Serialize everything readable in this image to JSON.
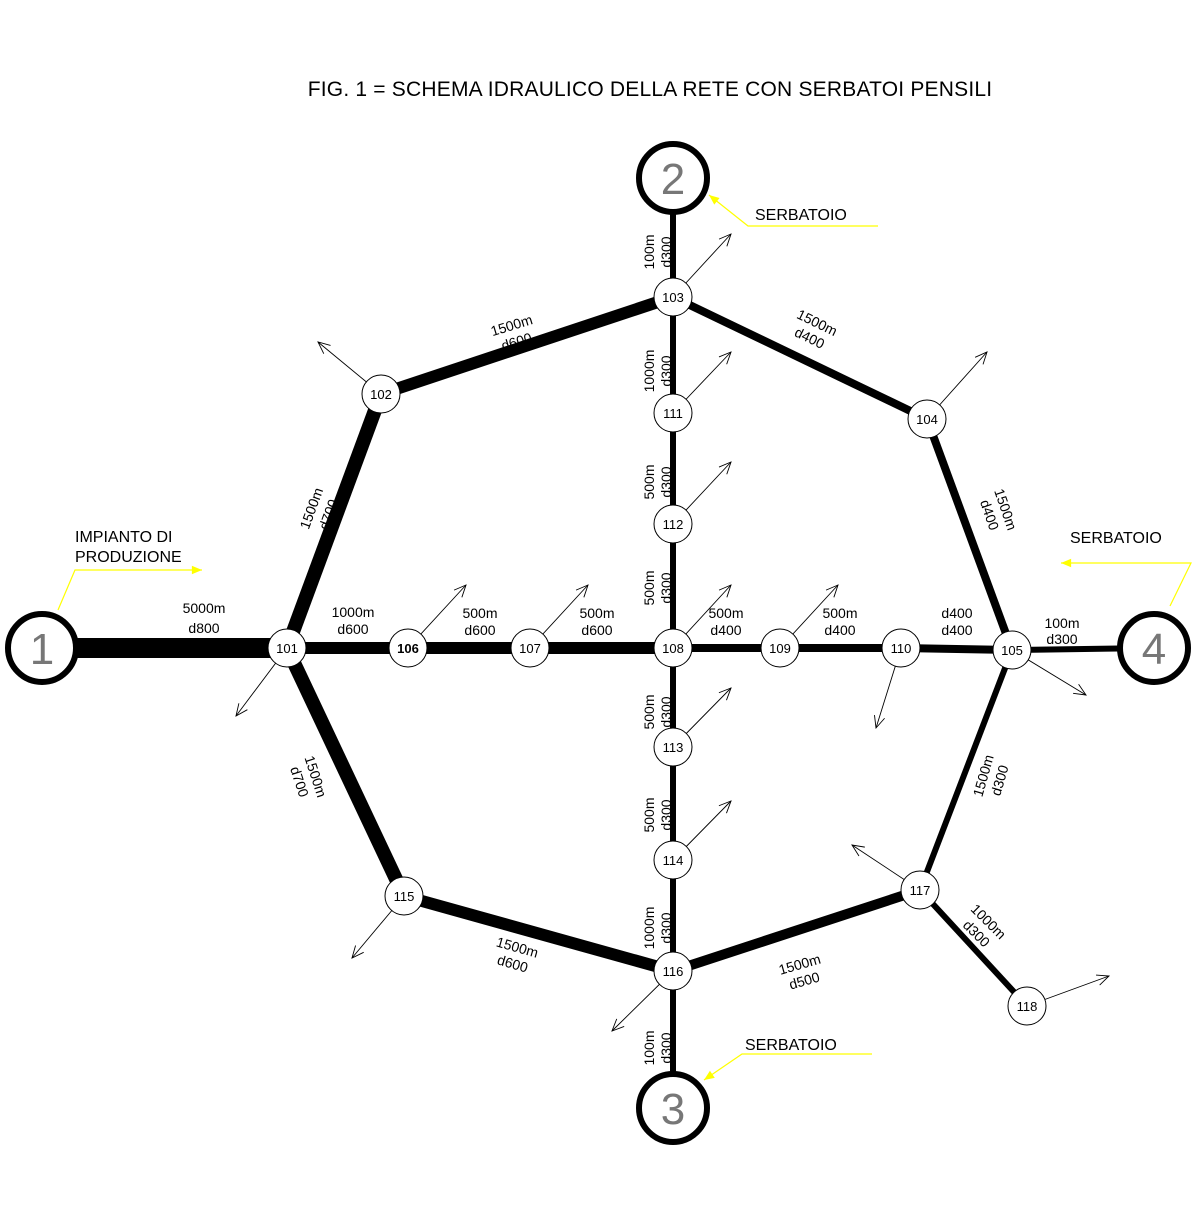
{
  "title": "FIG. 1 = SCHEMA IDRAULICO DELLA RETE CON SERBATOI PENSILI",
  "colors": {
    "pipe": "#000000",
    "node_fill": "#ffffff",
    "leader": "#ffff00",
    "big_node_label": "#777777"
  },
  "sources": [
    {
      "id": "1",
      "label": "1"
    },
    {
      "id": "2",
      "label": "2"
    },
    {
      "id": "3",
      "label": "3"
    },
    {
      "id": "4",
      "label": "4"
    }
  ],
  "nodes": [
    {
      "id": "101",
      "label": "101"
    },
    {
      "id": "102",
      "label": "102"
    },
    {
      "id": "103",
      "label": "103"
    },
    {
      "id": "104",
      "label": "104"
    },
    {
      "id": "105",
      "label": "105"
    },
    {
      "id": "106",
      "label": "106"
    },
    {
      "id": "107",
      "label": "107"
    },
    {
      "id": "108",
      "label": "108"
    },
    {
      "id": "109",
      "label": "109"
    },
    {
      "id": "110",
      "label": "110"
    },
    {
      "id": "111",
      "label": "111"
    },
    {
      "id": "112",
      "label": "112"
    },
    {
      "id": "113",
      "label": "113"
    },
    {
      "id": "114",
      "label": "114"
    },
    {
      "id": "115",
      "label": "115"
    },
    {
      "id": "116",
      "label": "116"
    },
    {
      "id": "117",
      "label": "117"
    },
    {
      "id": "118",
      "label": "118"
    }
  ],
  "pipes": [
    {
      "from": "1",
      "to": "101",
      "length": "5000m",
      "diameter": "d800"
    },
    {
      "from": "101",
      "to": "102",
      "length": "1500m",
      "diameter": "d700"
    },
    {
      "from": "102",
      "to": "103",
      "length": "1500m",
      "diameter": "d600"
    },
    {
      "from": "2",
      "to": "103",
      "length": "100m",
      "diameter": "d300"
    },
    {
      "from": "103",
      "to": "104",
      "length": "1500m",
      "diameter": "d400"
    },
    {
      "from": "104",
      "to": "105",
      "length": "1500m",
      "diameter": "d400"
    },
    {
      "from": "105",
      "to": "4",
      "length": "100m",
      "diameter": "d300"
    },
    {
      "from": "101",
      "to": "106",
      "length": "1000m",
      "diameter": "d600"
    },
    {
      "from": "106",
      "to": "107",
      "length": "500m",
      "diameter": "d600"
    },
    {
      "from": "107",
      "to": "108",
      "length": "500m",
      "diameter": "d600"
    },
    {
      "from": "108",
      "to": "109",
      "length": "500m",
      "diameter": "d400"
    },
    {
      "from": "109",
      "to": "110",
      "length": "500m",
      "diameter": "d400"
    },
    {
      "from": "110",
      "to": "105",
      "length": "d400",
      "diameter": "d400"
    },
    {
      "from": "103",
      "to": "111",
      "length": "1000m",
      "diameter": "d300"
    },
    {
      "from": "111",
      "to": "112",
      "length": "500m",
      "diameter": "d300"
    },
    {
      "from": "112",
      "to": "108",
      "length": "500m",
      "diameter": "d300"
    },
    {
      "from": "108",
      "to": "113",
      "length": "500m",
      "diameter": "d300"
    },
    {
      "from": "113",
      "to": "114",
      "length": "500m",
      "diameter": "d300"
    },
    {
      "from": "114",
      "to": "116",
      "length": "1000m",
      "diameter": "d300"
    },
    {
      "from": "101",
      "to": "115",
      "length": "1500m",
      "diameter": "d700"
    },
    {
      "from": "115",
      "to": "116",
      "length": "1500m",
      "diameter": "d600"
    },
    {
      "from": "116",
      "to": "3",
      "length": "100m",
      "diameter": "d300"
    },
    {
      "from": "116",
      "to": "117",
      "length": "1500m",
      "diameter": "d500"
    },
    {
      "from": "117",
      "to": "105",
      "length": "1500m",
      "diameter": "d300"
    },
    {
      "from": "117",
      "to": "118",
      "length": "1000m",
      "diameter": "d300"
    }
  ],
  "notes": [
    {
      "text": "SERBATOIO",
      "target": "2"
    },
    {
      "text": "SERBATOIO",
      "target": "4"
    },
    {
      "text": "SERBATOIO",
      "target": "3"
    },
    {
      "text": "IMPIANTO DI PRODUZIONE",
      "target": "1"
    }
  ]
}
